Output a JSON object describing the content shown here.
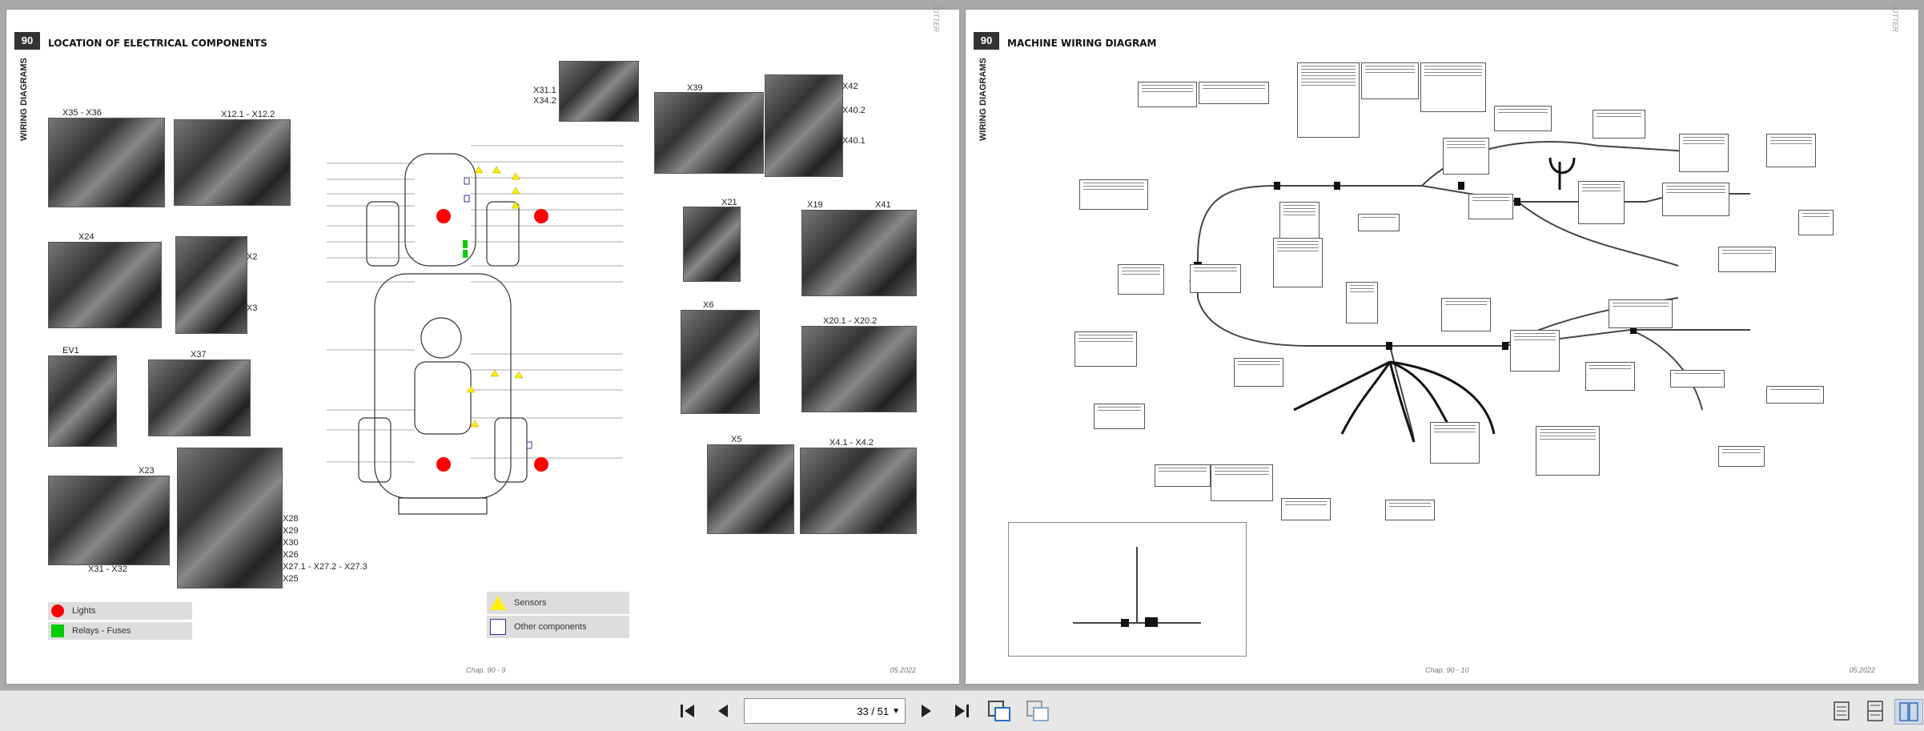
{
  "left_page": {
    "number": "90",
    "title": "LOCATION OF ELECTRICAL COMPONENTS",
    "side_label": "WIRING DIAGRAMS",
    "brand": "JOTTER",
    "footer_page": "Chap. 90 - 9",
    "footer_date": "05.2022",
    "photo_labels": [
      "X35 - X36",
      "X12.1 - X12.2",
      "X24",
      "X2",
      "X3",
      "EV1",
      "X37",
      "X23",
      "X31 - X32",
      "X28",
      "X29",
      "X30",
      "X26",
      "X27.1 - X27.2 - X27.3",
      "X25",
      "X31.1",
      "X34.2",
      "X39",
      "X42",
      "X40.2",
      "X40.1",
      "X21",
      "X19",
      "X41",
      "X6",
      "X20.1 - X20.2",
      "X5",
      "X4.1 - X4.2"
    ],
    "legend": {
      "lights": "Lights",
      "relays": "Relays - Fuses",
      "sensors": "Sensors",
      "other": "Other components"
    },
    "colors": {
      "lights": "#ff0000",
      "relays": "#00cc00",
      "sensors": "#ffee00",
      "other": "#333399"
    }
  },
  "right_page": {
    "number": "90",
    "title": "MACHINE WIRING DIAGRAM",
    "side_label": "WIRING DIAGRAMS",
    "brand": "JOTTER",
    "footer_page": "Chap. 90 - 10",
    "footer_date": "05.2022"
  },
  "toolbar": {
    "page_indicator": "33 / 51",
    "first_icon": "first-page-icon",
    "prev_icon": "previous-page-icon",
    "next_icon": "next-page-icon",
    "last_icon": "last-page-icon"
  }
}
